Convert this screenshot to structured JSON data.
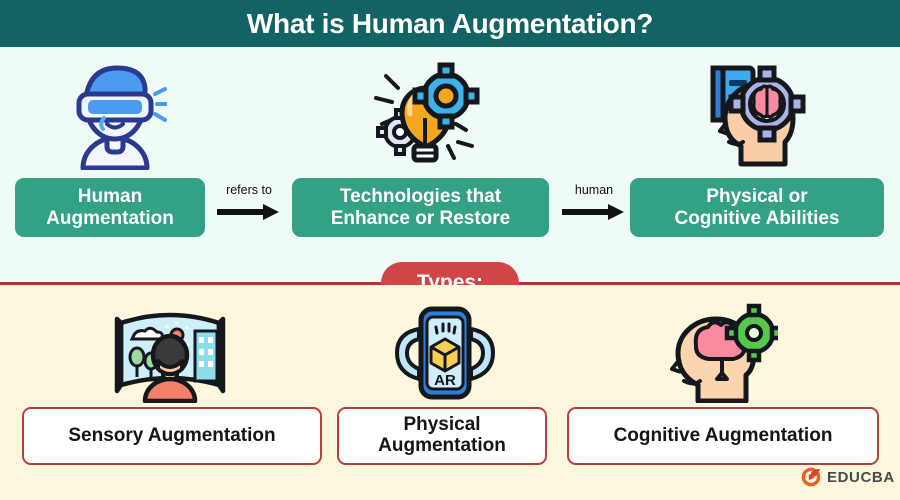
{
  "header": {
    "title": "What is Human Augmentation?",
    "bg_color": "#136264",
    "text_color": "#ffffff"
  },
  "theme": {
    "upper_bg": "#eefbf7",
    "lower_bg": "#fdf8dd",
    "flow_box_color": "#33a183",
    "accent_red": "#cf4646",
    "divider_color": "#a33a33",
    "type_box_border": "#b8403c"
  },
  "definition_flow": {
    "icons": [
      {
        "name": "vr-headset-person-icon",
        "alt": "person wearing VR goggles"
      },
      {
        "name": "lightbulb-gears-icon",
        "alt": "lightbulb with gears"
      },
      {
        "name": "head-brain-gear-device-icon",
        "alt": "head with brain gear and tablet"
      }
    ],
    "boxes": [
      {
        "line1": "Human",
        "line2": "Augmentation"
      },
      {
        "line1": "Technologies that",
        "line2": "Enhance or Restore"
      },
      {
        "line1": "Physical or",
        "line2": "Cognitive Abilities"
      }
    ],
    "connectors": [
      {
        "label": "refers to"
      },
      {
        "label": "human"
      }
    ]
  },
  "types_section": {
    "badge_label": "Types:",
    "icons": [
      {
        "name": "immersive-screen-person-icon",
        "alt": "person in front of panoramic screen"
      },
      {
        "name": "ar-phone-cube-icon",
        "alt": "smartphone showing AR cube",
        "screen_label": "AR"
      },
      {
        "name": "head-brain-green-gear-icon",
        "alt": "head profile with brain and gear"
      }
    ],
    "items": [
      {
        "line1": "Sensory Augmentation",
        "line2": ""
      },
      {
        "line1": "Physical",
        "line2": "Augmentation"
      },
      {
        "line1": "Cognitive Augmentation",
        "line2": ""
      }
    ]
  },
  "footer": {
    "logo_text": "EDUCBA",
    "logo_icon": "educba-play-circle-icon",
    "logo_color": "#e8622a"
  }
}
